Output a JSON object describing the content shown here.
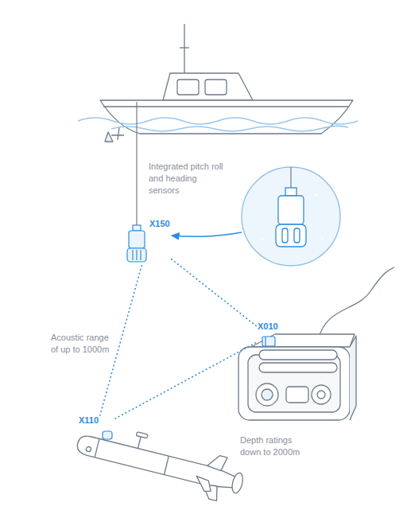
{
  "diagram": {
    "nodes": [
      {
        "text": [
          "X150"
        ]
      },
      {
        "text": [
          "X010"
        ]
      },
      {
        "text": [
          "X110"
        ]
      }
    ],
    "edges": [
      {
        "from": 0,
        "to": 2,
        "arrow": "none"
      },
      {
        "from": 0,
        "to": 1,
        "arrow": "none"
      },
      {
        "from": 2,
        "to": 1,
        "arrow": "none"
      }
    ],
    "labels": [
      "Integrated pitch roll and heading sensors",
      "Acoustic range of up to 1000m",
      "Depth ratings down to 2000m"
    ]
  }
}
